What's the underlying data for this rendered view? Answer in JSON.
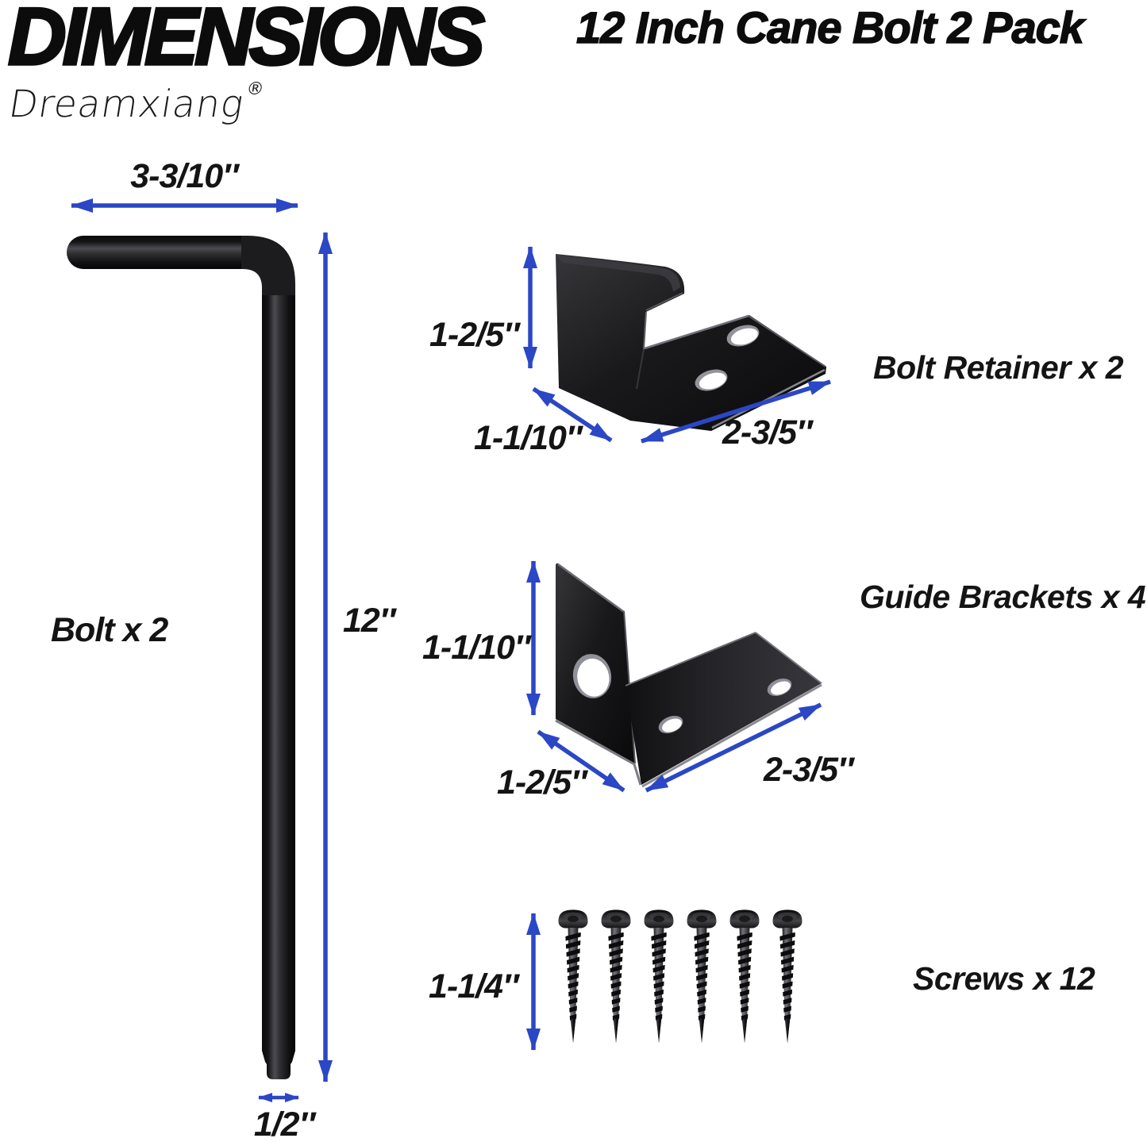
{
  "header": {
    "title": "DIMENSIONS",
    "subtitle": "12 Inch Cane Bolt 2 Pack",
    "brand": "Dreamxiang",
    "brand_mark": "®"
  },
  "colors": {
    "arrow_blue": "#2b47c5",
    "label_text": "#141414",
    "part_black": "#1c1c1f"
  },
  "parts": {
    "bolt": {
      "label": "Bolt x 2",
      "dims": {
        "top_width": "3-3/10″",
        "length": "12″",
        "tip_diameter": "1/2″"
      }
    },
    "bolt_retainer": {
      "label": "Bolt Retainer x 2",
      "dims": {
        "height": "1-2/5″",
        "depth": "1-1/10″",
        "width": "2-3/5″"
      }
    },
    "guide_bracket": {
      "label": "Guide Brackets x 4",
      "dims": {
        "height": "1-1/10″",
        "depth": "1-2/5″",
        "width": "2-3/5″"
      }
    },
    "screws": {
      "label": "Screws x 12",
      "dims": {
        "length": "1-1/4″"
      },
      "shown_count": 6
    }
  }
}
